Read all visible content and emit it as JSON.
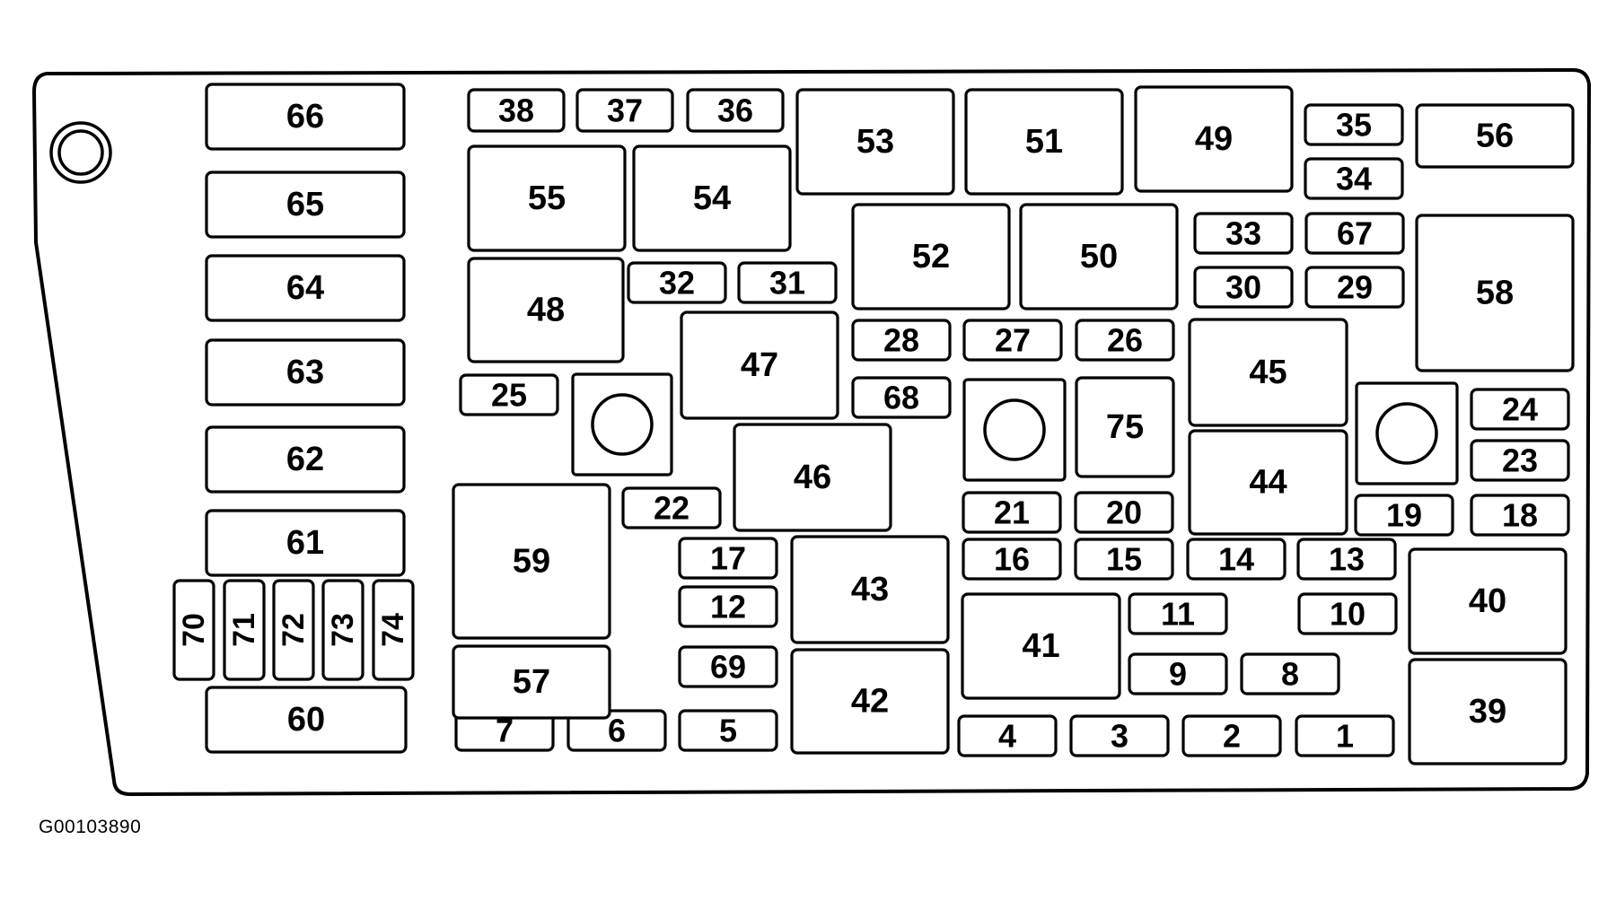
{
  "figure_code": "G00103890",
  "boxes": [
    "1",
    "2",
    "3",
    "4",
    "5",
    "6",
    "7",
    "8",
    "9",
    "10",
    "11",
    "12",
    "13",
    "14",
    "15",
    "16",
    "17",
    "18",
    "19",
    "20",
    "21",
    "22",
    "23",
    "24",
    "25",
    "26",
    "27",
    "28",
    "29",
    "30",
    "31",
    "32",
    "33",
    "34",
    "35",
    "36",
    "37",
    "38",
    "39",
    "40",
    "41",
    "42",
    "43",
    "44",
    "45",
    "46",
    "47",
    "48",
    "49",
    "50",
    "51",
    "52",
    "53",
    "54",
    "55",
    "56",
    "57",
    "58",
    "59",
    "60",
    "61",
    "62",
    "63",
    "64",
    "65",
    "66",
    "67",
    "68",
    "69",
    "70",
    "71",
    "72",
    "73",
    "74",
    "75"
  ]
}
